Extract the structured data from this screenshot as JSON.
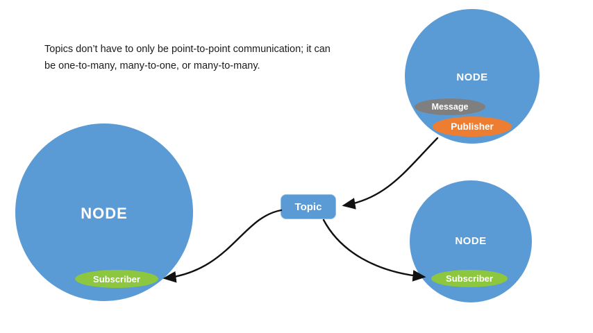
{
  "slide": {
    "caption": "Topics don’t have to only be point-to-point communication; it can be one-to-many, many-to-one, or many-to-many."
  },
  "topic": {
    "label": "Topic"
  },
  "nodes": {
    "left": {
      "label": "NODE",
      "subscriber": "Subscriber"
    },
    "top_right": {
      "label": "NODE",
      "message": "Message",
      "publisher": "Publisher"
    },
    "bottom_right": {
      "label": "NODE",
      "subscriber": "Subscriber"
    }
  },
  "colors": {
    "node_blue": "#5B9BD5",
    "subscriber_green": "#8DC63F",
    "publisher_orange": "#ED7D31",
    "message_gray": "#7F7F7F",
    "arrow_black": "#111111",
    "text_black": "#1a1a1a"
  }
}
